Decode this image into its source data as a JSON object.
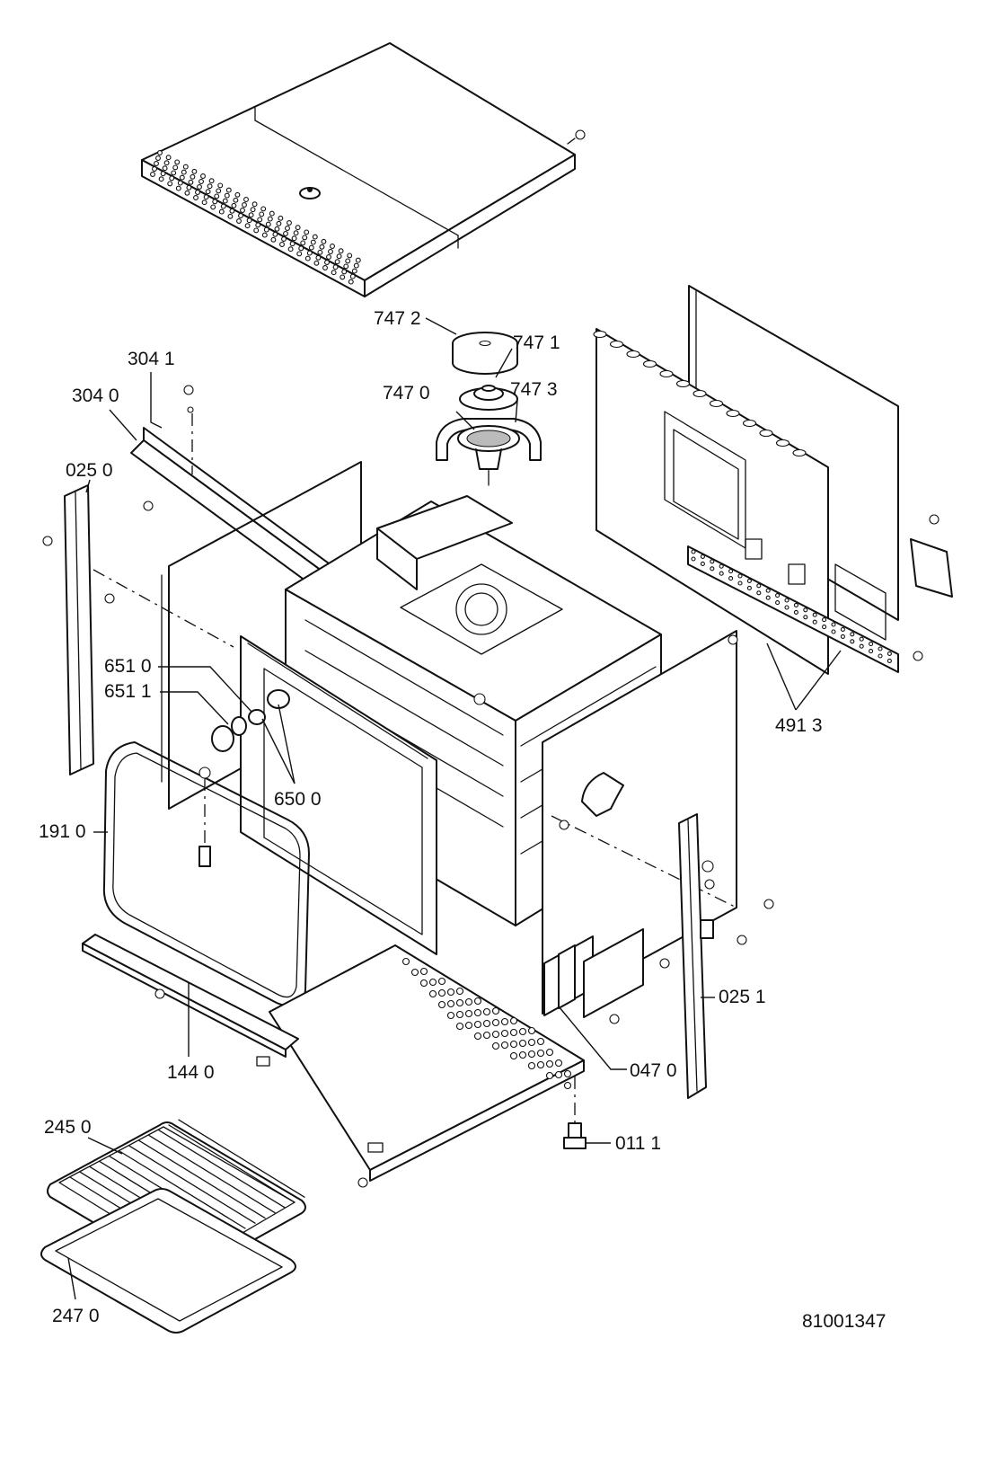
{
  "parts": [
    {
      "id": "p7472",
      "label": "747 2"
    },
    {
      "id": "p7471",
      "label": "747 1"
    },
    {
      "id": "p7470",
      "label": "747 0"
    },
    {
      "id": "p7473",
      "label": "747 3"
    },
    {
      "id": "p3041",
      "label": "304 1"
    },
    {
      "id": "p3040",
      "label": "304 0"
    },
    {
      "id": "p0250",
      "label": "025 0"
    },
    {
      "id": "p6510",
      "label": "651 0"
    },
    {
      "id": "p6511",
      "label": "651 1"
    },
    {
      "id": "p6500",
      "label": "650 0"
    },
    {
      "id": "p1910",
      "label": "191 0"
    },
    {
      "id": "p4913",
      "label": "491 3"
    },
    {
      "id": "p0251",
      "label": "025 1"
    },
    {
      "id": "p1440",
      "label": "144 0"
    },
    {
      "id": "p0470",
      "label": "047 0"
    },
    {
      "id": "p2450",
      "label": "245 0"
    },
    {
      "id": "p0111",
      "label": "011 1"
    },
    {
      "id": "p2470",
      "label": "247 0"
    }
  ],
  "drawing_number": "81001347"
}
